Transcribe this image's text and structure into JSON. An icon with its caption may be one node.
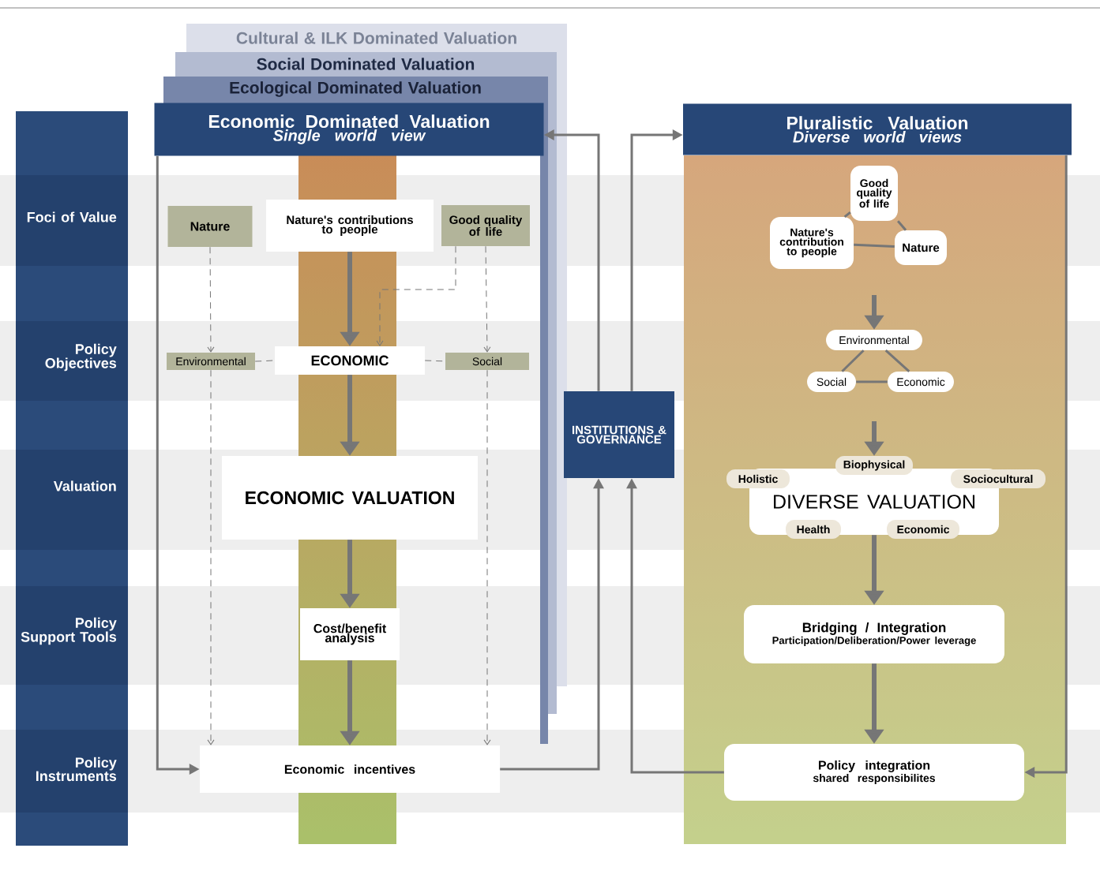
{
  "diagram": {
    "nodes": [
      {
        "text": [
          "Cultural & ILK Dominated Valuation"
        ]
      },
      {
        "text": [
          "Social Dominated Valuation"
        ]
      },
      {
        "text": [
          "Ecological Dominated Valuation"
        ]
      },
      {
        "text": [
          "Economic Dominated Valuation",
          "Single world view"
        ]
      },
      {
        "text": [
          "Nature"
        ]
      },
      {
        "text": [
          "Nature's contributions to people"
        ]
      },
      {
        "text": [
          "Good quality of life"
        ]
      },
      {
        "text": [
          "Environmental"
        ]
      },
      {
        "text": [
          "ECONOMIC"
        ]
      },
      {
        "text": [
          "Social"
        ]
      },
      {
        "text": [
          "ECONOMIC VALUATION"
        ]
      },
      {
        "text": [
          "Cost/benefit analysis"
        ]
      },
      {
        "text": [
          "Economic incentives"
        ]
      },
      {
        "text": [
          "INSTITUTIONS & GOVERNANCE"
        ]
      },
      {
        "text": [
          "Pluralistic Valuation",
          "Diverse world views"
        ]
      },
      {
        "text": [
          "Good quality of life"
        ]
      },
      {
        "text": [
          "Nature's contribution to people"
        ]
      },
      {
        "text": [
          "Nature"
        ]
      },
      {
        "text": [
          "Environmental"
        ]
      },
      {
        "text": [
          "Social"
        ]
      },
      {
        "text": [
          "Economic"
        ]
      },
      {
        "text": [
          "DIVERSE VALUATION"
        ]
      },
      {
        "text": [
          "Holistic"
        ]
      },
      {
        "text": [
          "Biophysical"
        ]
      },
      {
        "text": [
          "Sociocultural"
        ]
      },
      {
        "text": [
          "Health"
        ]
      },
      {
        "text": [
          "Economic"
        ]
      },
      {
        "text": [
          "Bridging / Integration",
          "Participation/Deliberation/Power leverage"
        ]
      },
      {
        "text": [
          "Policy integration",
          "shared responsibilites"
        ]
      }
    ],
    "edges": [
      {
        "from": 5,
        "to": 8,
        "arrow": "to",
        "style": "thick"
      },
      {
        "from": 8,
        "to": 10,
        "arrow": "to",
        "style": "thick"
      },
      {
        "from": 10,
        "to": 11,
        "arrow": "to",
        "style": "thick"
      },
      {
        "from": 11,
        "to": 12,
        "arrow": "to",
        "style": "thick"
      },
      {
        "from": 4,
        "to": 7,
        "arrow": "to",
        "style": "dashed"
      },
      {
        "from": 6,
        "to": 9,
        "arrow": "to",
        "style": "dashed"
      },
      {
        "from": 6,
        "to": 8,
        "arrow": "to",
        "style": "dashed"
      },
      {
        "from": 7,
        "to": 8,
        "arrow": "none",
        "style": "dashed"
      },
      {
        "from": 8,
        "to": 9,
        "arrow": "none",
        "style": "dashed"
      },
      {
        "from": 7,
        "to": 12,
        "arrow": "to",
        "style": "dashed"
      },
      {
        "from": 9,
        "to": 12,
        "arrow": "to",
        "style": "dashed"
      },
      {
        "from": 3,
        "to": 12,
        "arrow": "to"
      },
      {
        "from": 12,
        "to": 13,
        "arrow": "to"
      },
      {
        "from": 13,
        "to": 3,
        "arrow": "to"
      },
      {
        "from": 13,
        "to": 14,
        "arrow": "to"
      },
      {
        "from": 28,
        "to": 13,
        "arrow": "to"
      },
      {
        "from": 14,
        "to": 28,
        "arrow": "to"
      },
      {
        "from": 15,
        "to": 16,
        "arrow": "none"
      },
      {
        "from": 15,
        "to": 17,
        "arrow": "none"
      },
      {
        "from": 16,
        "to": 17,
        "arrow": "none"
      },
      {
        "from": 18,
        "to": 19,
        "arrow": "none"
      },
      {
        "from": 18,
        "to": 20,
        "arrow": "none"
      },
      {
        "from": 19,
        "to": 20,
        "arrow": "none"
      },
      {
        "from": null,
        "to": 18,
        "arrow": "to",
        "style": "thick"
      },
      {
        "from": null,
        "to": 23,
        "arrow": "to",
        "style": "thick"
      },
      {
        "from": 21,
        "to": 27,
        "arrow": "to",
        "style": "thick"
      },
      {
        "from": 27,
        "to": 28,
        "arrow": "to",
        "style": "thick"
      }
    ],
    "labels": [
      "Foci of Value",
      "Policy Objectives",
      "Valuation",
      "Policy Support Tools",
      "Policy Instruments"
    ]
  }
}
